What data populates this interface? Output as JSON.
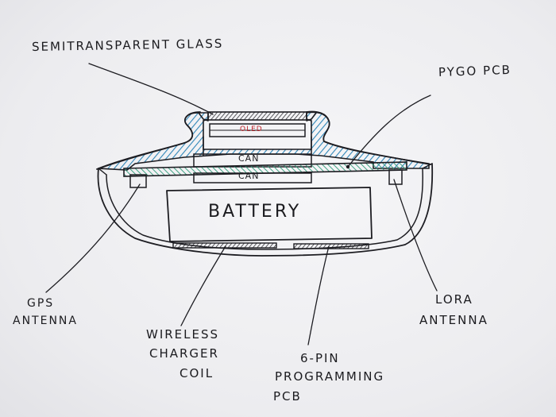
{
  "labels": {
    "glass": "SEMITRANSPARENT GLASS",
    "pcb": "PYGO PCB",
    "oled": "OLED",
    "can_top": "CAN",
    "can_bottom": "CAN",
    "battery": "BATTERY",
    "gps_1": "GPS",
    "gps_2": "ANTENNA",
    "wireless_1": "WIRELESS",
    "wireless_2": "CHARGER",
    "wireless_3": "COIL",
    "lora_1": "LORA",
    "lora_2": "ANTENNA",
    "prog_1": "6-PIN",
    "prog_2": "PROGRAMMING",
    "prog_3": "PCB"
  },
  "colors": {
    "ink": "#1d1d22",
    "case_hatch": "#2f86b8",
    "pcb_hatch": "#2f9a78",
    "oled_ink": "#c0262c"
  }
}
